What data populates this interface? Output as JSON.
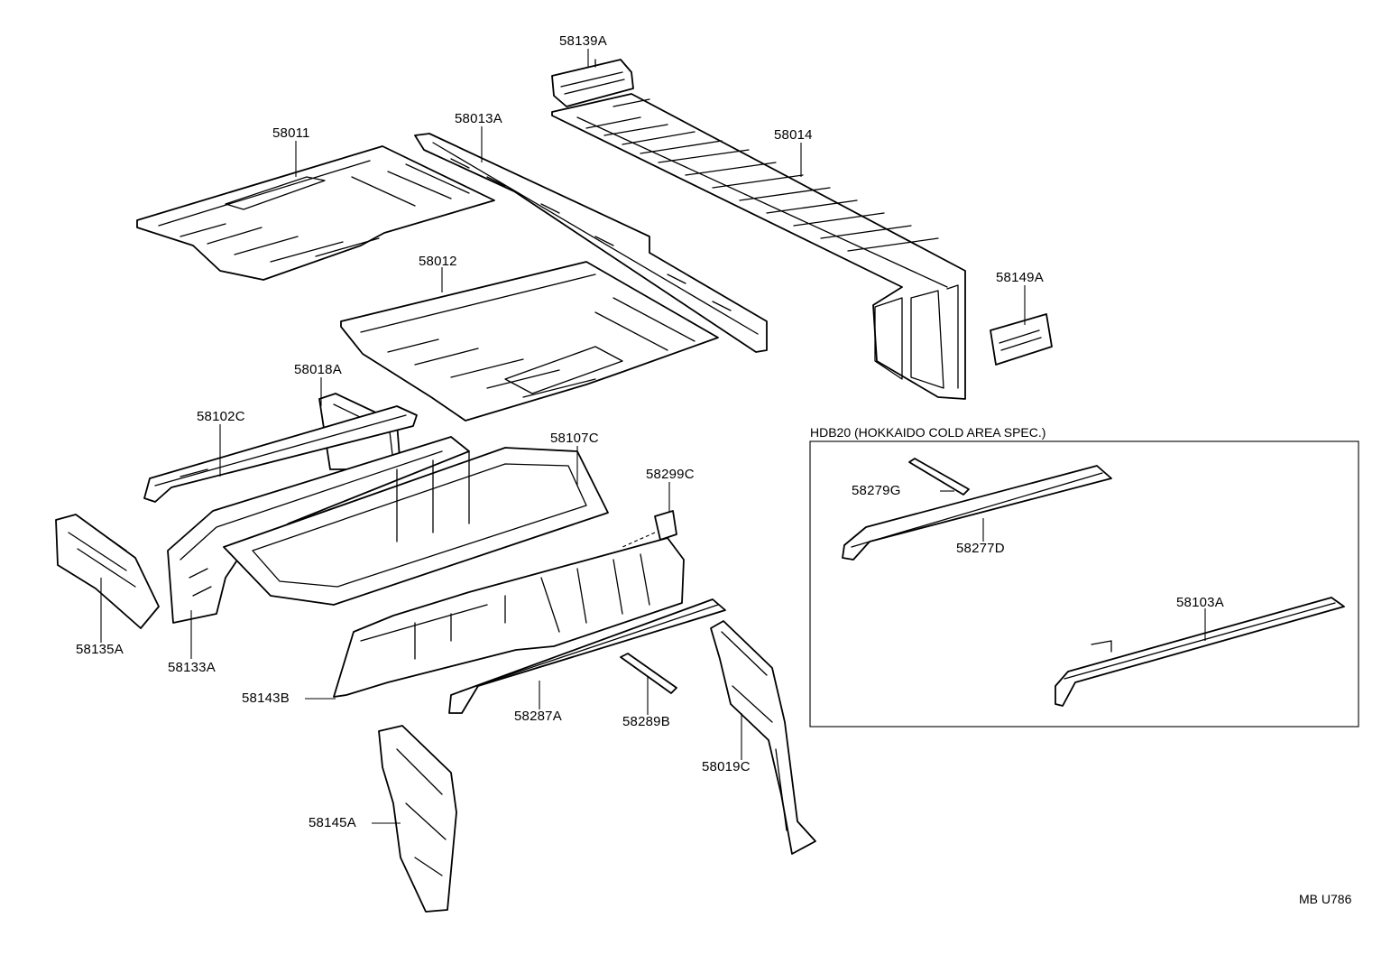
{
  "diagram": {
    "code": "MB U786",
    "section_title": "HDB20 (HOKKAIDO COLD AREA SPEC.)",
    "labels": {
      "p58139A": "58139A",
      "p58013A": "58013A",
      "p58011": "58011",
      "p58014": "58014",
      "p58012": "58012",
      "p58149A": "58149A",
      "p58018A": "58018A",
      "p58102C": "58102C",
      "p58107C": "58107C",
      "p58299C": "58299C",
      "p58135A": "58135A",
      "p58133A": "58133A",
      "p58143B": "58143B",
      "p58287A": "58287A",
      "p58289B": "58289B",
      "p58019C": "58019C",
      "p58145A": "58145A",
      "p58279G": "58279G",
      "p58277D": "58277D",
      "p58103A": "58103A"
    }
  }
}
